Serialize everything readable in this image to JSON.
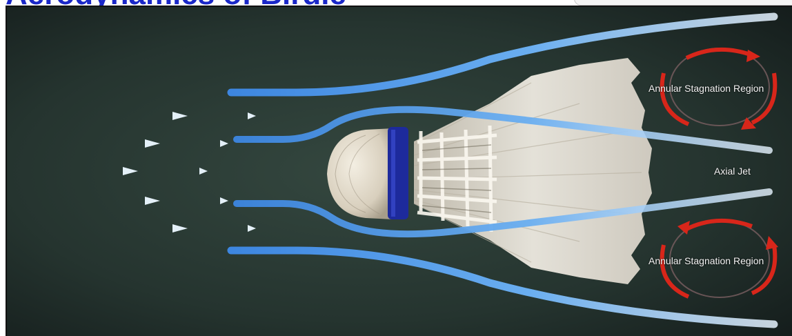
{
  "page": {
    "title": "Aerodynamics of Birdie"
  },
  "figure": {
    "labels": {
      "stagnation_top": "Annular Stagnation Region",
      "axial_jet": "Axial Jet",
      "stagnation_bottom": "Annular Stagnation Region"
    },
    "icons": {
      "flow_arrows": "arrow-right-icon",
      "shuttlecock": "shuttlecock-icon",
      "vortex": "circular-arrows-icon"
    },
    "colors": {
      "background": "#24322f",
      "streamline": "#3f8fe6",
      "vortex_arrow": "#d8261a",
      "cork_band": "#1d2a9c",
      "arrows": "#cfe2ef",
      "title": "#1a27c8"
    }
  }
}
